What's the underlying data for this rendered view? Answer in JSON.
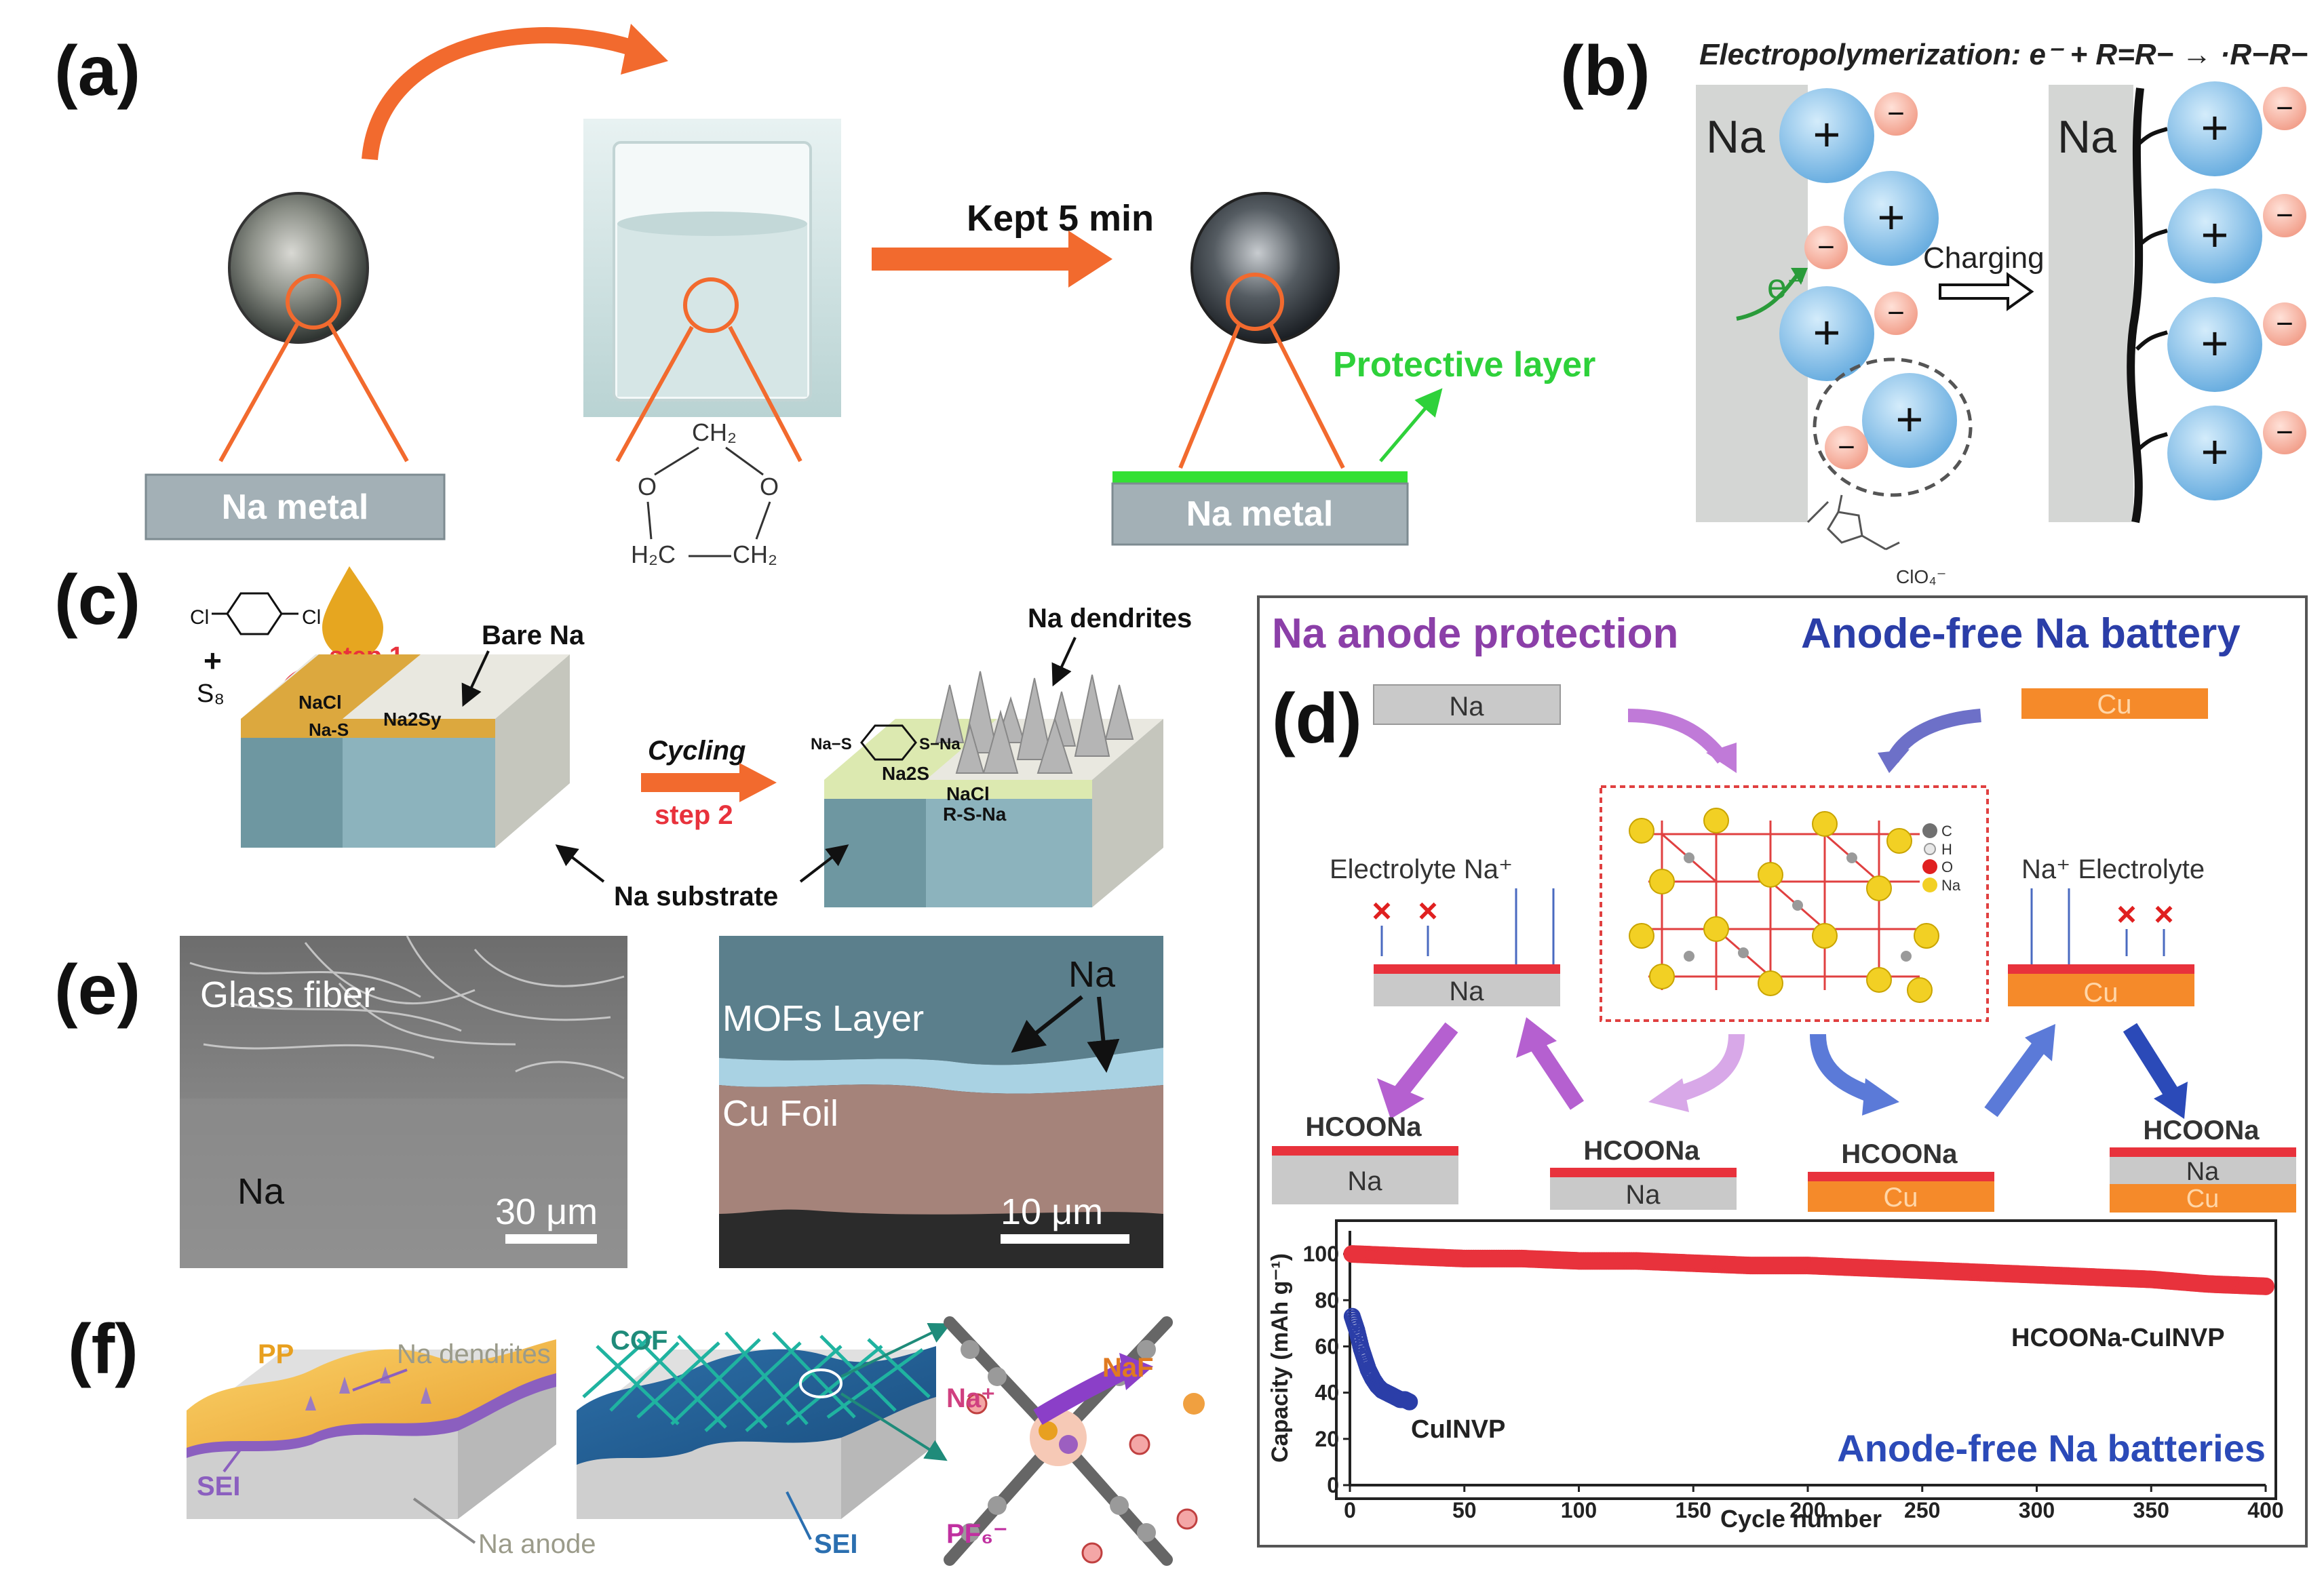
{
  "panels": {
    "a": {
      "label": "(a)",
      "arrow_text": "Kept 5 min",
      "bar_left": "Na metal",
      "bar_right": "Na metal",
      "protective": "Protective layer",
      "mol_top": "CH₂",
      "mol_o_left": "O",
      "mol_o_right": "O",
      "mol_bl": "H₂C",
      "mol_br": "CH₂"
    },
    "b": {
      "label": "(b)",
      "header": "Electropolymerization: e⁻ + R=R− → ·R−R−",
      "na_left": "Na",
      "na_right": "Na",
      "electron": "e⁻",
      "charging": "Charging",
      "anion": "ClO₄⁻",
      "plus": "+",
      "minus": "−"
    },
    "c": {
      "label": "(c)",
      "reagent_cl": "Cl",
      "plus_sign": "+",
      "s8": "S₈",
      "step1": "step 1",
      "bare_na": "Bare Na",
      "nacl1": "NaCl",
      "na2sy": "Na2Sy",
      "cycling": "Cycling",
      "step2": "step 2",
      "na_dendrites": "Na dendrites",
      "na_s_left": "Na−S",
      "na_s_right": "S−Na",
      "na2s": "Na2S",
      "nacl2": "NaCl",
      "rsna": "R-S-Na",
      "na_substrate": "Na substrate"
    },
    "d": {
      "label": "(d)",
      "head_left": "Na anode protection",
      "head_right": "Anode-free Na battery",
      "na_bar": "Na",
      "cu_bar": "Cu",
      "electrolyte_left": "Electrolyte Na⁺",
      "electrolyte_right": "Na⁺ Electrolyte",
      "na_mid": "Na",
      "cu_mid": "Cu",
      "legend_c": "C",
      "legend_h": "H",
      "legend_o": "O",
      "legend_na": "Na",
      "hcoona": "HCOONa",
      "stack_na": "Na",
      "stack_cu": "Cu",
      "cross": "×"
    },
    "e": {
      "label": "(e)",
      "glass_fiber": "Glass fiber",
      "na": "Na",
      "scale1": "30 μm",
      "mofs": "MOFs Layer",
      "cu_foil": "Cu Foil",
      "na2": "Na",
      "scale2": "10 μm"
    },
    "f": {
      "label": "(f)",
      "pp": "PP",
      "na_dendrites": "Na dendrites",
      "sei1": "SEI",
      "na_anode": "Na anode",
      "cof": "COF",
      "sei2": "SEI",
      "na_plus": "Na⁺",
      "naf": "NaF",
      "pf6": "PF₆⁻"
    }
  },
  "chart_data": {
    "type": "scatter",
    "xlabel": "Cycle number",
    "ylabel": "Capacity (mAh g⁻¹)",
    "xlim": [
      0,
      400
    ],
    "ylim": [
      0,
      110
    ],
    "xticks": [
      0,
      50,
      100,
      150,
      200,
      250,
      300,
      350,
      400
    ],
    "yticks": [
      0,
      20,
      40,
      60,
      80,
      100
    ],
    "annotation": "Anode-free Na batteries",
    "series": [
      {
        "name": "HCOONa-CuINVP",
        "color": "#e8323c",
        "x": [
          1,
          25,
          50,
          75,
          100,
          125,
          150,
          175,
          200,
          225,
          250,
          275,
          300,
          325,
          350,
          375,
          400
        ],
        "y": [
          100,
          99,
          98,
          98,
          97,
          97,
          96,
          95,
          95,
          94,
          93,
          92,
          91,
          90,
          89,
          87,
          86
        ]
      },
      {
        "name": "CuINVP",
        "color": "#2b3ea8",
        "x": [
          1,
          2,
          3,
          4,
          5,
          6,
          7,
          8,
          9,
          10,
          12,
          14,
          16,
          18,
          20,
          22,
          24,
          26
        ],
        "y": [
          73,
          70,
          67,
          63,
          59,
          56,
          53,
          50,
          48,
          46,
          43,
          41,
          40,
          39,
          38,
          37,
          37,
          36
        ]
      }
    ]
  }
}
